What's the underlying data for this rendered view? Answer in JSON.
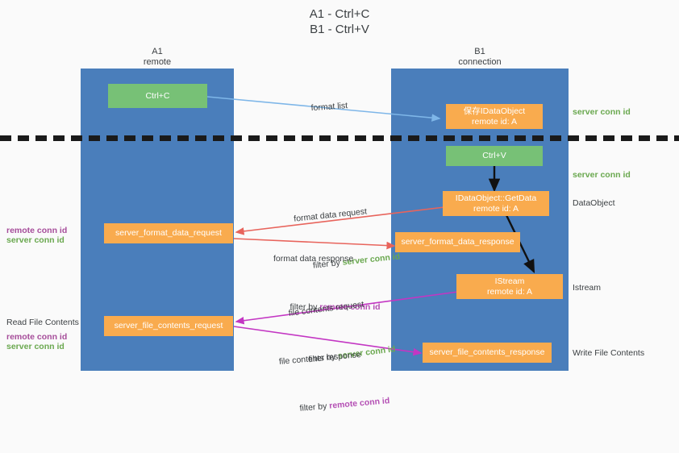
{
  "title": "A1 - Ctrl+C\nB1 - Ctrl+V",
  "lanes": [
    {
      "name": "A1",
      "sub": "remote",
      "header": "A1\nremote"
    },
    {
      "name": "B1",
      "sub": "connection",
      "header": "B1\nconnection"
    }
  ],
  "colors": {
    "lane": "#4a7ebb",
    "green_box": "#77c176",
    "orange_box": "#f9ab4e",
    "green_text": "#6aa84f",
    "purple_text": "#a64d9a",
    "magenta_text": "#b44fb4",
    "arrow_blue": "#7eb6e8",
    "arrow_red": "#e8645c",
    "arrow_magenta": "#c336c3",
    "arrow_dark": "#111111",
    "background": "#fafafa"
  },
  "boxes": {
    "ctrl_c": {
      "line1": "Ctrl+C"
    },
    "save_idataobject": {
      "line1": "保存IDataObject",
      "line2": "remote id: A"
    },
    "ctrl_v": {
      "line1": "Ctrl+V"
    },
    "getdata": {
      "line1": "IDataObject::GetData",
      "line2": "remote id: A"
    },
    "istream": {
      "line1": "IStream",
      "line2": "remote id: A"
    },
    "server_format_data_request": {
      "line1": "server_format_data_request"
    },
    "server_format_data_response": {
      "line1": "server_format_data_response"
    },
    "server_file_contents_request": {
      "line1": "server_file_contents_request"
    },
    "server_file_contents_response": {
      "line1": "server_file_contents_response"
    }
  },
  "arrow_labels": {
    "format_list": "format list",
    "format_data_request": "format data request",
    "format_data_request_filter_prefix": "filter by ",
    "format_data_request_filter_key": "server conn id",
    "format_data_response": "format data response",
    "format_data_response_filter_prefix": "filter by ",
    "format_data_response_filter_key": "remote conn id",
    "file_contents_request": "file contents request",
    "file_contents_request_filter_prefix": "filter by ",
    "file_contents_request_filter_key": "server conn id",
    "file_contents_response": "file contents response",
    "file_contents_response_filter_prefix": "filter by ",
    "file_contents_response_filter_key": "remote conn id"
  },
  "annotations": {
    "right_server_conn_id_top": "server conn id",
    "right_server_conn_id_mid": "server conn id",
    "right_dataobject": "DataObject",
    "right_istream": "Istream",
    "right_write_file_contents": "Write File Contents",
    "left_remote_conn_id_1": "remote conn id",
    "left_server_conn_id_1": "server conn id",
    "left_read_file_contents": "Read File Contents",
    "left_remote_conn_id_2": "remote conn id",
    "left_server_conn_id_2": "server conn id"
  }
}
